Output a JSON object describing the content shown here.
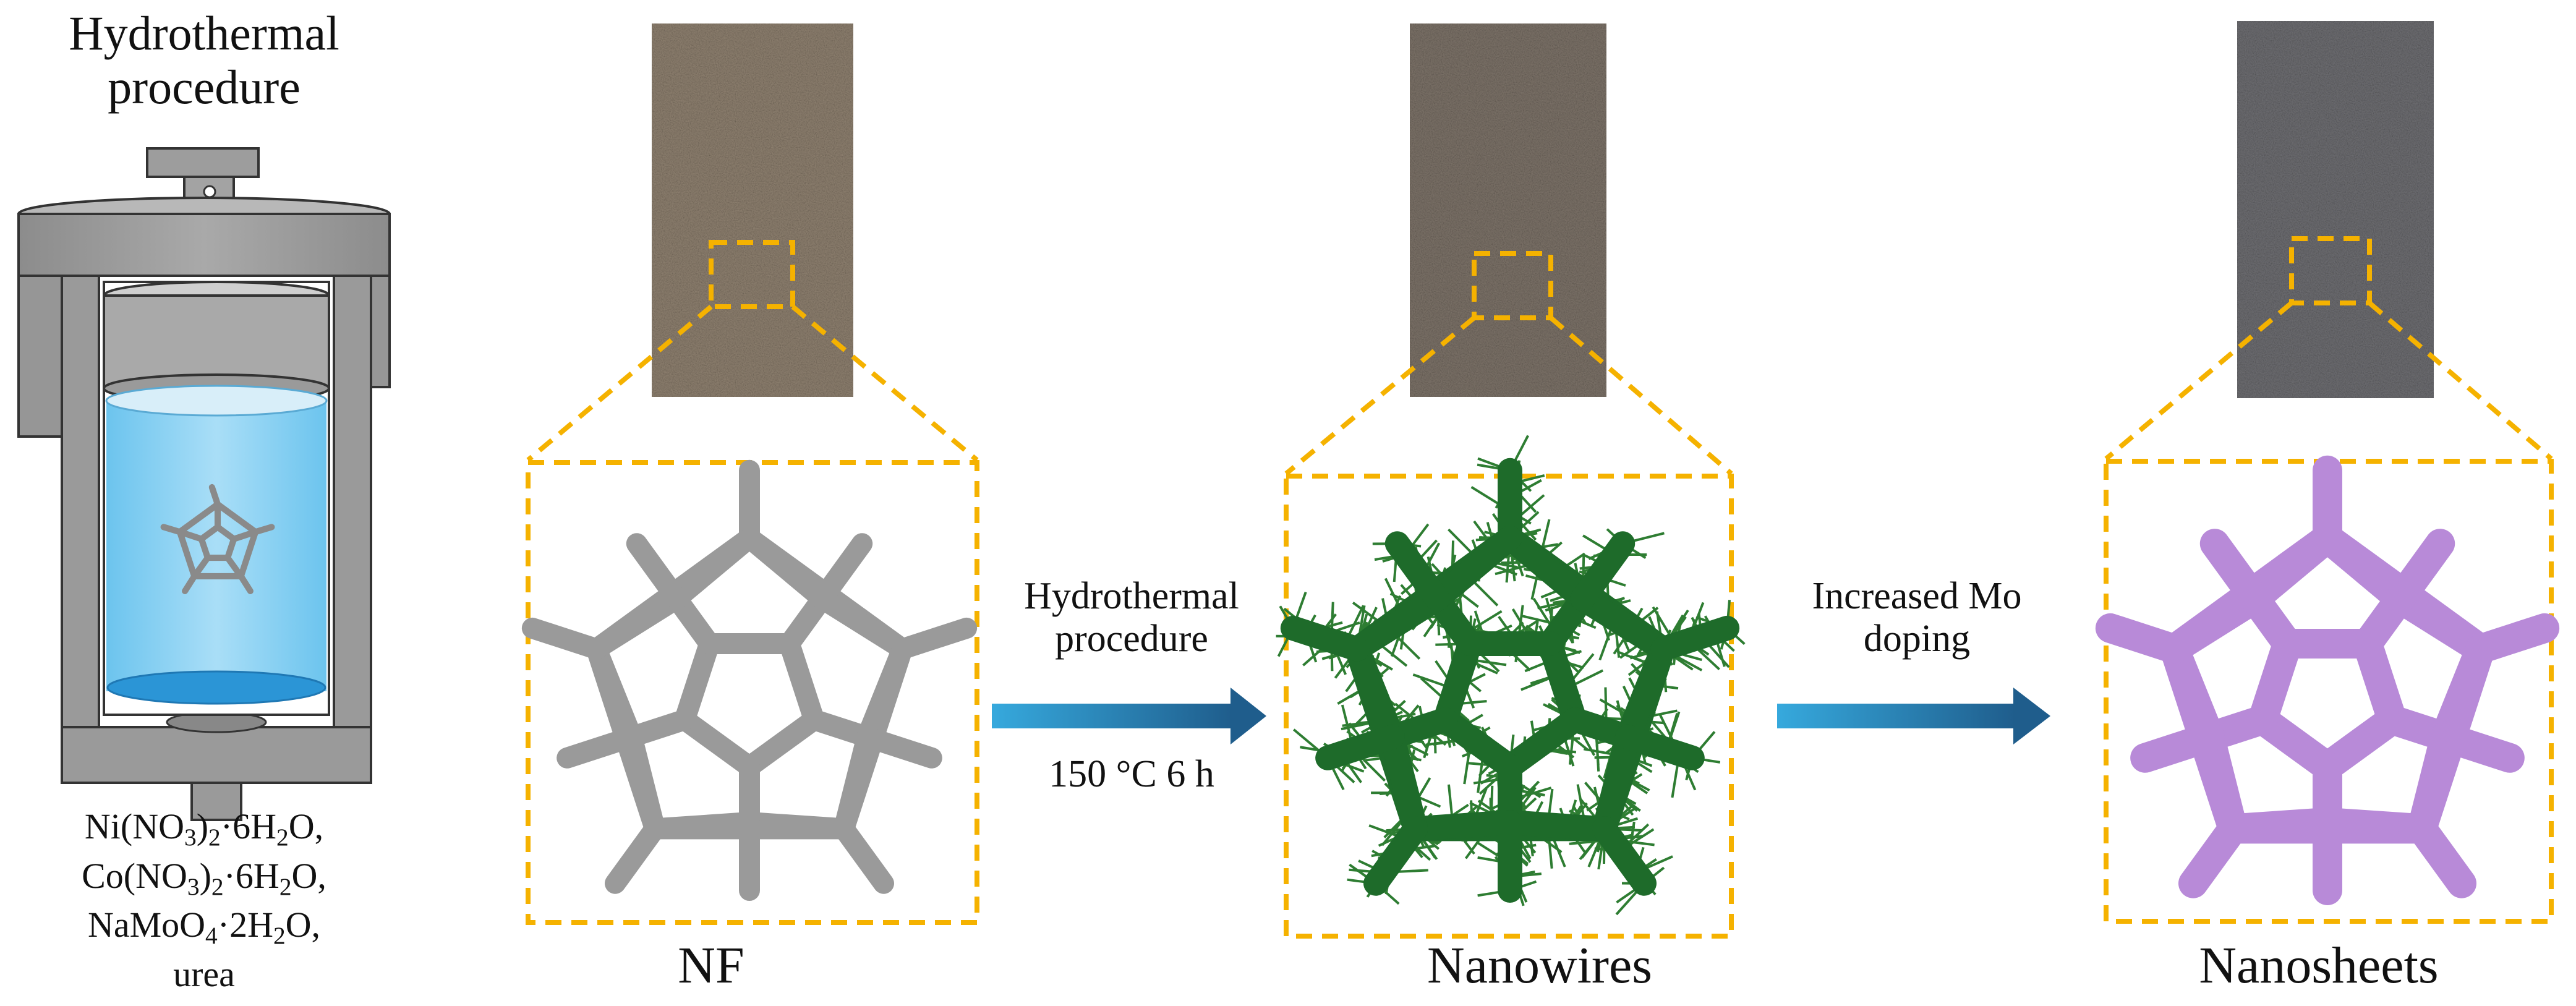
{
  "autoclave": {
    "title_line1": "Hydrothermal",
    "title_line2": "procedure",
    "reagents": [
      {
        "a": "Ni(NO",
        "s1": "3",
        "b": ")",
        "s2": "2",
        "c": "·6H",
        "s3": "2",
        "d": "O,"
      },
      {
        "a": "Co(NO",
        "s1": "3",
        "b": ")",
        "s2": "2",
        "c": "·6H",
        "s3": "2",
        "d": "O,"
      },
      {
        "a": "NaMoO",
        "s1": "4",
        "b": "·2H",
        "s2": "2",
        "c": "O,",
        "s3": "",
        "d": ""
      },
      {
        "a": "urea",
        "s1": "",
        "b": "",
        "s2": "",
        "c": "",
        "s3": "",
        "d": ""
      }
    ]
  },
  "stages": {
    "nf": {
      "label": "NF",
      "color": "#9a9a9a"
    },
    "nanowires": {
      "label": "Nanowires",
      "color": "#1e6b2a"
    },
    "nanosheets": {
      "label": "Nanosheets",
      "color": "#b88ad8"
    }
  },
  "steps": {
    "step1": {
      "line1": "Hydrothermal",
      "line2": "procedure",
      "condition": "150 °C 6 h"
    },
    "step2": {
      "line1": "Increased Mo",
      "line2": "doping"
    }
  },
  "colors": {
    "highlight": "#f5b200",
    "arrow_start": "#36a9dd",
    "arrow_end": "#1f5d8c",
    "solution": "#8fd3f4",
    "vessel": "#9a9a9a"
  },
  "icons": [
    "autoclave-icon",
    "nickel-foam-photo",
    "right-arrow-icon",
    "dodecahedron-frame-icon"
  ]
}
